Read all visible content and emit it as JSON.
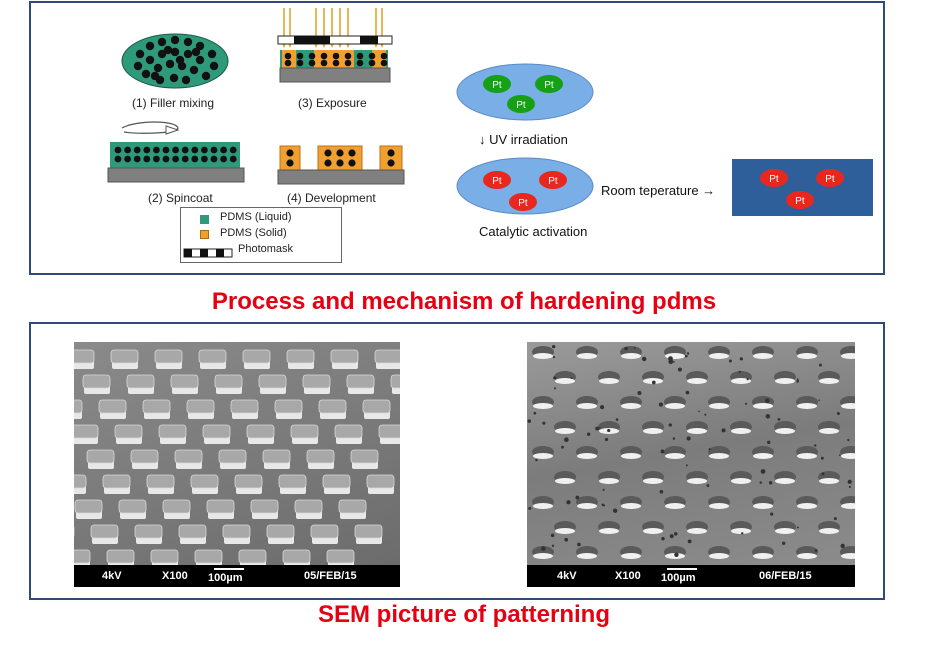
{
  "process": {
    "steps": {
      "step1": "(1) Filler mixing",
      "step2": "(2) Spincoat",
      "step3": "(3) Exposure",
      "step4": "(4) Development"
    },
    "legend": {
      "liquid": "PDMS (Liquid)",
      "solid": "PDMS (Solid)",
      "photomask": "Photomask"
    },
    "mechanism": {
      "catalyst": "Pt",
      "uv_label": "↓  UV irradiation",
      "activation_label": "Catalytic activation",
      "room_temp_label": "Room teperature →"
    },
    "colors": {
      "liquid_pdms": "#2e9a7a",
      "solid_pdms": "#f0a030",
      "pt_inactive": "#16a016",
      "pt_active": "#e8281e",
      "ellipse": "#7aaee6",
      "hardened_block": "#2f5f9a",
      "title_red": "#e60012"
    }
  },
  "titles": {
    "process": "Process and mechanism of hardening pdms",
    "sem": "SEM picture of patterning"
  },
  "sem_images": [
    {
      "voltage": "4kV",
      "magnification": "X100",
      "scale": "100µm",
      "date": "05/FEB/15"
    },
    {
      "voltage": "4kV",
      "magnification": "X100",
      "scale": "100µm",
      "date": "06/FEB/15"
    }
  ]
}
